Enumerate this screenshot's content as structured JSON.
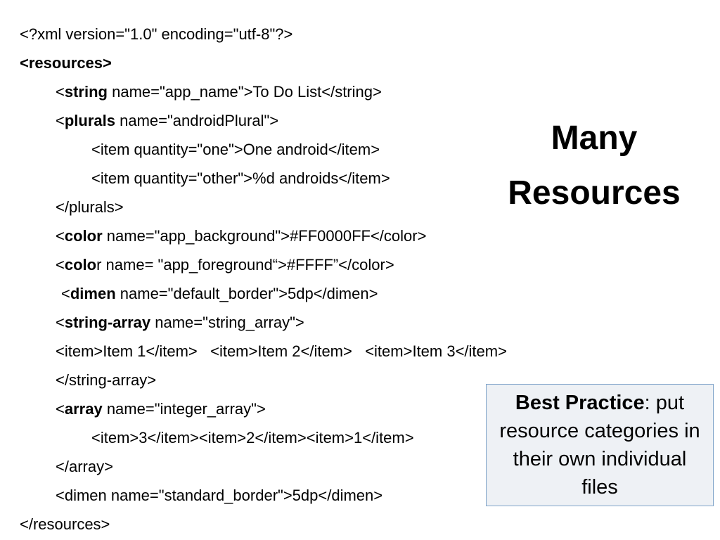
{
  "slide": {
    "title_line1": "Many",
    "title_line2": "Resources",
    "callout": {
      "bold": "Best Practice",
      "rest": ": put resource categories in their own individual files"
    },
    "code_lines": [
      {
        "pre": "<?xml version=\"1.0\" encoding=\"utf-8\"?>",
        "bold": "",
        "post": ""
      },
      {
        "pre": "",
        "bold": "<resources>",
        "post": ""
      },
      {
        "pre": "<",
        "bold": "string",
        "post": " name=\"app_name\">To Do List</string>"
      },
      {
        "pre": "<",
        "bold": "plurals",
        "post": " name=\"androidPlural\">"
      },
      {
        "pre": "<item quantity=\"one\">One android</item>",
        "bold": "",
        "post": ""
      },
      {
        "pre": "<item quantity=\"other\">%d androids</item>",
        "bold": "",
        "post": ""
      },
      {
        "pre": "</plurals>",
        "bold": "",
        "post": ""
      },
      {
        "pre": "<",
        "bold": "color",
        "post": " name=\"app_background\">#FF0000FF</color>"
      },
      {
        "pre": "<",
        "bold": "colo",
        "post": "r name= \"app_foreground“>#FFFF”</color>"
      },
      {
        "pre": "<",
        "bold": "dimen",
        "post": " name=\"default_border\">5dp</dimen>"
      },
      {
        "pre": "<",
        "bold": "string-array",
        "post": " name=\"string_array\">"
      },
      {
        "pre": "<item>Item 1</item>   <item>Item 2</item>   <item>Item 3</item>",
        "bold": "",
        "post": ""
      },
      {
        "pre": "</string-array>",
        "bold": "",
        "post": ""
      },
      {
        "pre": "<",
        "bold": "array",
        "post": " name=\"integer_array\">"
      },
      {
        "pre": "<item>3</item><item>2</item><item>1</item>",
        "bold": "",
        "post": ""
      },
      {
        "pre": "</array>",
        "bold": "",
        "post": ""
      },
      {
        "pre": "<dimen name=\"standard_border\">5dp</dimen>",
        "bold": "",
        "post": ""
      },
      {
        "pre": "</resources>",
        "bold": "",
        "post": ""
      }
    ]
  }
}
